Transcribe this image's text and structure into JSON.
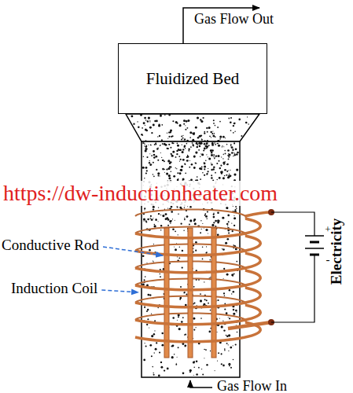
{
  "diagram": {
    "nodes": [
      {
        "text": [
          "Fluidized Bed"
        ]
      }
    ],
    "labels": [
      "Gas Flow Out",
      "https://dw-inductionheater.com",
      "Conductive Rod",
      "Induction Coil",
      "+",
      "-",
      "Electricity",
      "Gas Flow In"
    ]
  }
}
